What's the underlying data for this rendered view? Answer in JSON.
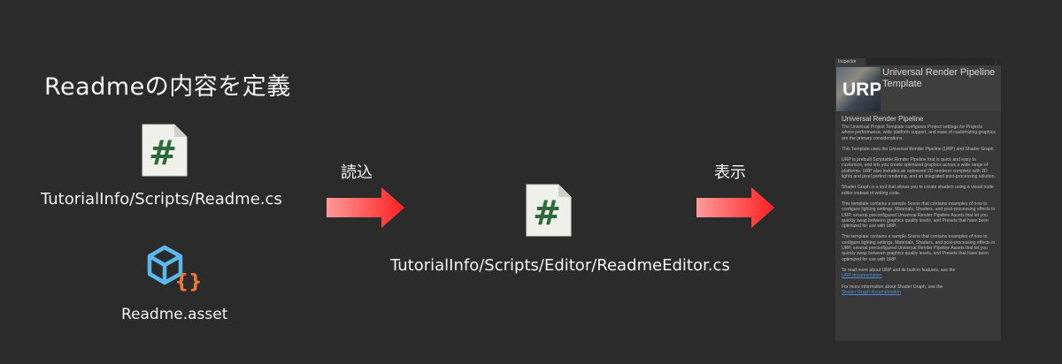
{
  "heading": "Readmeの内容を定義",
  "files": {
    "readme_cs": "TutorialInfo/Scripts/Readme.cs",
    "readme_asset": "Readme.asset",
    "editor_cs": "TutorialInfo/Scripts/Editor/ReadmeEditor.cs",
    "cs_glyph": "#"
  },
  "arrows": {
    "load_label": "読込",
    "display_label": "表示",
    "color": "#ff2a2a"
  },
  "colors": {
    "background": "#2b2b2b",
    "cs_icon_green": "#2e6a3a",
    "asset_icon_blue": "#5bb8ea",
    "asset_braces_orange": "#ee7838",
    "link": "#4c8fd6"
  },
  "inspector": {
    "tab_label": "Inspector",
    "title": "Universal Render Pipeline Template",
    "thumb_text": "URP",
    "section_heading": "Universal Render Pipeline",
    "paragraphs": [
      "The Universal Project Template configures Project settings for Projects where performance, wide platform support, and ease of customizing graphics are the primary considerations.",
      "This Template uses the Universal Render Pipeline (URP) and Shader Graph.",
      "URP is prebuilt Scriptable Render Pipeline that is quick and easy to customize, and lets you create optimized graphics across a wide range of platforms. URP also includes an optimized 2D renderer complete with 2D lights and pixel perfect rendering, and an integrated post-processing solution.",
      "Shader Graph is a tool that allows you to create shaders using a visual node editor instead of writing code.",
      "This template contains a sample Scene that contains examples of how to configure lighting settings, Materials, Shaders, and post-processing effects in URP, several preconfigured Universal Render Pipeline Assets that let you quickly swap between graphics quality levels, and Presets that have been optimized for use with URP.",
      "This template contains a sample Scene that contains examples of how to configure lighting settings, Materials, Shaders, and post-processing effects in URP, several preconfigured Universal Render Pipeline Assets that let you quickly swap between graphics quality levels, and Presets that have been optimized for use with URP."
    ],
    "more_urp": "To read more about URP and its built-in features, see the",
    "urp_link": "URP documentation",
    "more_sg": "For more information about Shader Graph, see the",
    "sg_link": "Shader Graph documentation"
  }
}
